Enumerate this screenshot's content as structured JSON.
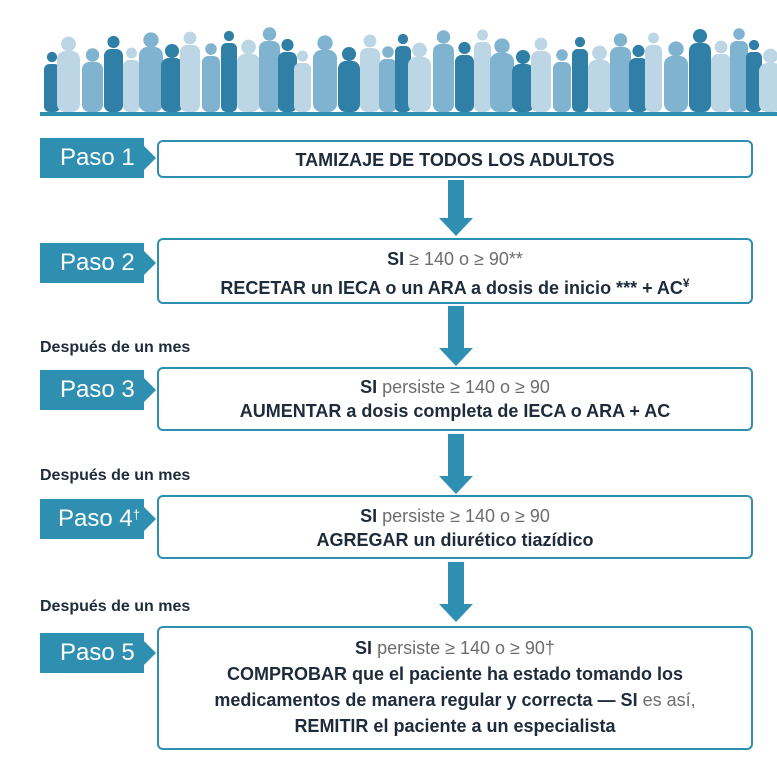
{
  "steps": [
    {
      "tag": "Paso 1",
      "tag_sup": "",
      "lines": [
        [
          {
            "text": "TAMIZAJE DE TODOS LOS ADULTOS",
            "style": "bold"
          }
        ]
      ]
    },
    {
      "tag": "Paso 2",
      "tag_sup": "",
      "lines": [
        [
          {
            "text": "SI",
            "style": "bold"
          },
          {
            "text": " ≥ 140 o ≥ 90**",
            "style": "grey"
          }
        ],
        [
          {
            "text": "RECETAR un IECA o un ARA a dosis de inicio *** + AC",
            "style": "bold"
          },
          {
            "text": "¥",
            "style": "bold sup"
          }
        ]
      ]
    },
    {
      "tag": "Paso 3",
      "tag_sup": "",
      "lines": [
        [
          {
            "text": "SI",
            "style": "bold"
          },
          {
            "text": " persiste ≥ 140 o ≥ 90",
            "style": "grey"
          }
        ],
        [
          {
            "text": "AUMENTAR a dosis completa de IECA o ARA + AC",
            "style": "bold"
          }
        ]
      ]
    },
    {
      "tag": "Paso 4",
      "tag_sup": "†",
      "lines": [
        [
          {
            "text": "SI",
            "style": "bold"
          },
          {
            "text": " persiste ≥ 140 o ≥ 90",
            "style": "grey"
          }
        ],
        [
          {
            "text": "AGREGAR un diurético tiazídico",
            "style": "bold"
          }
        ]
      ]
    },
    {
      "tag": "Paso 5",
      "tag_sup": "",
      "lines": [
        [
          {
            "text": "SI",
            "style": "bold"
          },
          {
            "text": " persiste ≥ 140 o ≥ 90†",
            "style": "grey"
          }
        ],
        [
          {
            "text": "COMPROBAR que el paciente ha estado tomando los",
            "style": "bold"
          }
        ],
        [
          {
            "text": "medicamentos de manera regular y correcta — SI",
            "style": "bold"
          },
          {
            "text": " es así,",
            "style": "grey"
          }
        ],
        [
          {
            "text": "REMITIR el paciente a un especialista",
            "style": "bold"
          }
        ]
      ]
    }
  ],
  "after_labels": [
    "Después de un mes",
    "Después de un mes",
    "Después de un mes"
  ],
  "colors": {
    "accent": "#2f8fb1",
    "crowd_light": "#bcd6e6",
    "crowd_dark": "#2f7fa6"
  }
}
